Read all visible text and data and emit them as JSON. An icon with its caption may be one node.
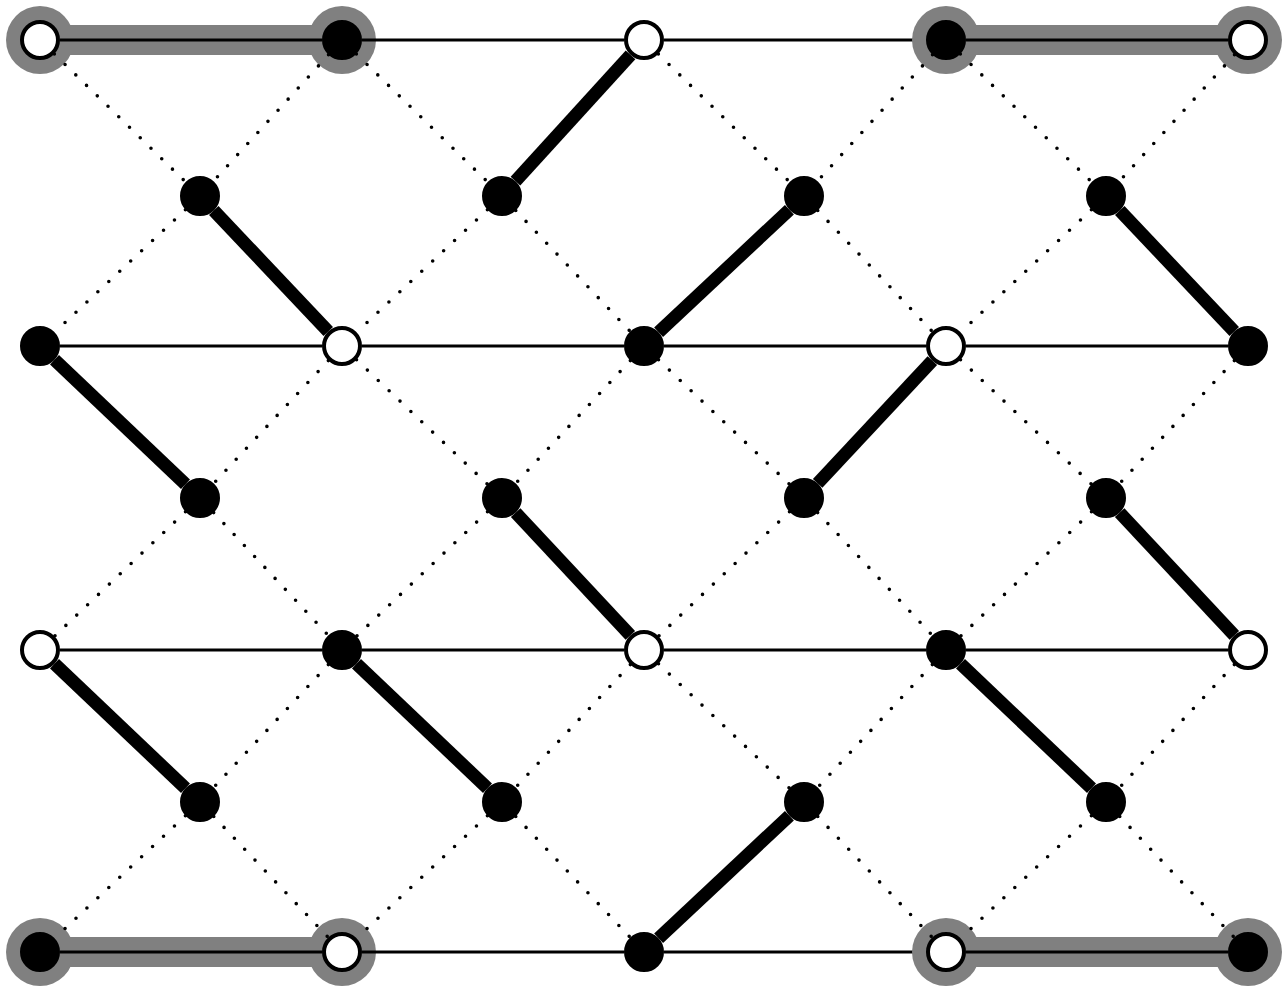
{
  "diagram": {
    "nodes": [
      {
        "text": [],
        "shape": "circle"
      },
      {
        "text": [],
        "shape": "circle"
      },
      {
        "text": [],
        "shape": "circle"
      },
      {
        "text": [],
        "shape": "circle"
      },
      {
        "text": [],
        "shape": "circle"
      },
      {
        "text": [],
        "shape": "circle"
      },
      {
        "text": [],
        "shape": "circle"
      },
      {
        "text": [],
        "shape": "circle"
      },
      {
        "text": [],
        "shape": "circle"
      },
      {
        "text": [],
        "shape": "circle"
      },
      {
        "text": [],
        "shape": "circle"
      },
      {
        "text": [],
        "shape": "circle"
      },
      {
        "text": [],
        "shape": "circle"
      },
      {
        "text": [],
        "shape": "circle"
      },
      {
        "text": [],
        "shape": "circle"
      },
      {
        "text": [],
        "shape": "circle"
      },
      {
        "text": [],
        "shape": "circle"
      },
      {
        "text": [],
        "shape": "circle"
      },
      {
        "text": [],
        "shape": "circle"
      },
      {
        "text": [],
        "shape": "circle"
      },
      {
        "text": [],
        "shape": "circle"
      },
      {
        "text": [],
        "shape": "circle"
      },
      {
        "text": [],
        "shape": "circle"
      },
      {
        "text": [],
        "shape": "circle"
      },
      {
        "text": [],
        "shape": "circle"
      },
      {
        "text": [],
        "shape": "circle"
      },
      {
        "text": [],
        "shape": "circle"
      },
      {
        "text": [],
        "shape": "circle"
      },
      {
        "text": [],
        "shape": "circle"
      },
      {
        "text": [],
        "shape": "circle"
      },
      {
        "text": [],
        "shape": "circle"
      },
      {
        "text": [],
        "shape": "circle"
      }
    ],
    "edges": [
      {
        "from": 0,
        "to": 1,
        "arrow": "none",
        "style": "thick",
        "color": "#808080"
      },
      {
        "from": 1,
        "to": 2,
        "arrow": "none"
      },
      {
        "from": 2,
        "to": 3,
        "arrow": "none"
      },
      {
        "from": 3,
        "to": 4,
        "arrow": "none",
        "style": "thick",
        "color": "#808080"
      },
      {
        "from": 9,
        "to": 10,
        "arrow": "none"
      },
      {
        "from": 10,
        "to": 11,
        "arrow": "none"
      },
      {
        "from": 11,
        "to": 12,
        "arrow": "none"
      },
      {
        "from": 12,
        "to": 13,
        "arrow": "none"
      },
      {
        "from": 18,
        "to": 19,
        "arrow": "none"
      },
      {
        "from": 19,
        "to": 20,
        "arrow": "none"
      },
      {
        "from": 20,
        "to": 21,
        "arrow": "none"
      },
      {
        "from": 21,
        "to": 22,
        "arrow": "none"
      },
      {
        "from": 27,
        "to": 28,
        "arrow": "none",
        "style": "thick",
        "color": "#808080"
      },
      {
        "from": 28,
        "to": 29,
        "arrow": "none"
      },
      {
        "from": 29,
        "to": 30,
        "arrow": "none"
      },
      {
        "from": 30,
        "to": 31,
        "arrow": "none",
        "style": "thick",
        "color": "#808080"
      },
      {
        "from": 0,
        "to": 5,
        "arrow": "none",
        "style": "dashed"
      },
      {
        "from": 1,
        "to": 5,
        "arrow": "none",
        "style": "dashed"
      },
      {
        "from": 5,
        "to": 9,
        "arrow": "none",
        "style": "dashed"
      },
      {
        "from": 5,
        "to": 10,
        "arrow": "none",
        "style": "thick"
      },
      {
        "from": 1,
        "to": 6,
        "arrow": "none",
        "style": "dashed"
      },
      {
        "from": 2,
        "to": 6,
        "arrow": "none",
        "style": "thick"
      },
      {
        "from": 6,
        "to": 10,
        "arrow": "none",
        "style": "dashed"
      },
      {
        "from": 6,
        "to": 11,
        "arrow": "none",
        "style": "dashed"
      },
      {
        "from": 2,
        "to": 7,
        "arrow": "none",
        "style": "dashed"
      },
      {
        "from": 3,
        "to": 7,
        "arrow": "none",
        "style": "dashed"
      },
      {
        "from": 7,
        "to": 11,
        "arrow": "none",
        "style": "thick"
      },
      {
        "from": 7,
        "to": 12,
        "arrow": "none",
        "style": "dashed"
      },
      {
        "from": 3,
        "to": 8,
        "arrow": "none",
        "style": "dashed"
      },
      {
        "from": 4,
        "to": 8,
        "arrow": "none",
        "style": "dashed"
      },
      {
        "from": 8,
        "to": 12,
        "arrow": "none",
        "style": "dashed"
      },
      {
        "from": 8,
        "to": 13,
        "arrow": "none",
        "style": "thick"
      },
      {
        "from": 9,
        "to": 14,
        "arrow": "none",
        "style": "thick"
      },
      {
        "from": 10,
        "to": 14,
        "arrow": "none",
        "style": "dashed"
      },
      {
        "from": 14,
        "to": 18,
        "arrow": "none",
        "style": "dashed"
      },
      {
        "from": 14,
        "to": 19,
        "arrow": "none",
        "style": "dashed"
      },
      {
        "from": 10,
        "to": 15,
        "arrow": "none",
        "style": "dashed"
      },
      {
        "from": 11,
        "to": 15,
        "arrow": "none",
        "style": "dashed"
      },
      {
        "from": 15,
        "to": 19,
        "arrow": "none",
        "style": "dashed"
      },
      {
        "from": 15,
        "to": 20,
        "arrow": "none",
        "style": "thick"
      },
      {
        "from": 11,
        "to": 16,
        "arrow": "none",
        "style": "dashed"
      },
      {
        "from": 12,
        "to": 16,
        "arrow": "none",
        "style": "thick"
      },
      {
        "from": 16,
        "to": 20,
        "arrow": "none",
        "style": "dashed"
      },
      {
        "from": 16,
        "to": 21,
        "arrow": "none",
        "style": "dashed"
      },
      {
        "from": 12,
        "to": 17,
        "arrow": "none",
        "style": "dashed"
      },
      {
        "from": 13,
        "to": 17,
        "arrow": "none",
        "style": "dashed"
      },
      {
        "from": 17,
        "to": 21,
        "arrow": "none",
        "style": "dashed"
      },
      {
        "from": 17,
        "to": 22,
        "arrow": "none",
        "style": "thick"
      },
      {
        "from": 18,
        "to": 23,
        "arrow": "none",
        "style": "thick"
      },
      {
        "from": 19,
        "to": 23,
        "arrow": "none",
        "style": "dashed"
      },
      {
        "from": 23,
        "to": 27,
        "arrow": "none",
        "style": "dashed"
      },
      {
        "from": 23,
        "to": 28,
        "arrow": "none",
        "style": "dashed"
      },
      {
        "from": 19,
        "to": 24,
        "arrow": "none",
        "style": "thick"
      },
      {
        "from": 20,
        "to": 24,
        "arrow": "none",
        "style": "dashed"
      },
      {
        "from": 24,
        "to": 28,
        "arrow": "none",
        "style": "dashed"
      },
      {
        "from": 24,
        "to": 29,
        "arrow": "none",
        "style": "dashed"
      },
      {
        "from": 20,
        "to": 25,
        "arrow": "none",
        "style": "dashed"
      },
      {
        "from": 21,
        "to": 25,
        "arrow": "none",
        "style": "dashed"
      },
      {
        "from": 25,
        "to": 29,
        "arrow": "none",
        "style": "thick"
      },
      {
        "from": 25,
        "to": 30,
        "arrow": "none",
        "style": "dashed"
      },
      {
        "from": 21,
        "to": 26,
        "arrow": "none",
        "style": "thick"
      },
      {
        "from": 22,
        "to": 26,
        "arrow": "none",
        "style": "dashed"
      },
      {
        "from": 26,
        "to": 30,
        "arrow": "none",
        "style": "dashed"
      },
      {
        "from": 26,
        "to": 31,
        "arrow": "none",
        "style": "dashed"
      }
    ]
  }
}
